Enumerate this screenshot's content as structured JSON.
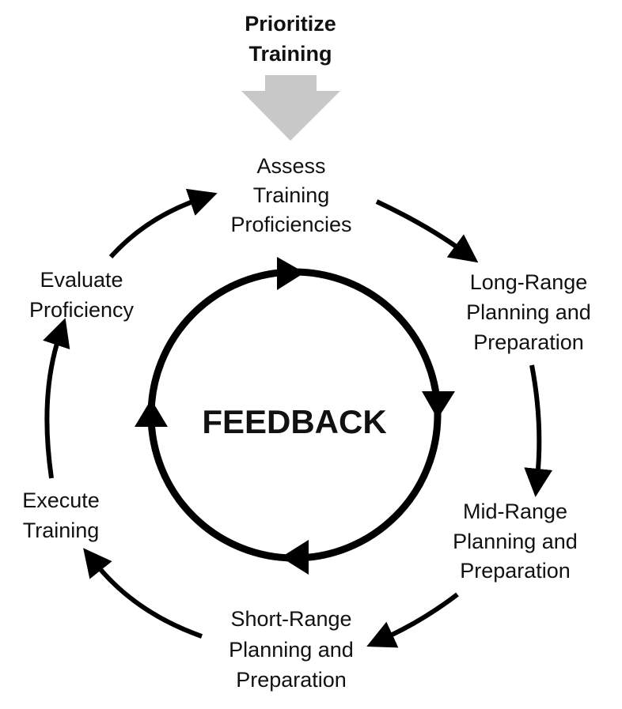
{
  "title": [
    "Prioritize",
    "Training"
  ],
  "center_label": "FEEDBACK",
  "steps": {
    "assess": [
      "Assess",
      "Training",
      "Proficiencies"
    ],
    "long_range": [
      "Long-Range",
      "Planning and",
      "Preparation"
    ],
    "mid_range": [
      "Mid-Range",
      "Planning and",
      "Preparation"
    ],
    "short_range": [
      "Short-Range",
      "Planning and",
      "Preparation"
    ],
    "execute": [
      "Execute",
      "Training"
    ],
    "evaluate": [
      "Evaluate",
      "Proficiency"
    ]
  },
  "colors": {
    "input_arrow": "#c8c8c8",
    "stroke": "#000000"
  }
}
